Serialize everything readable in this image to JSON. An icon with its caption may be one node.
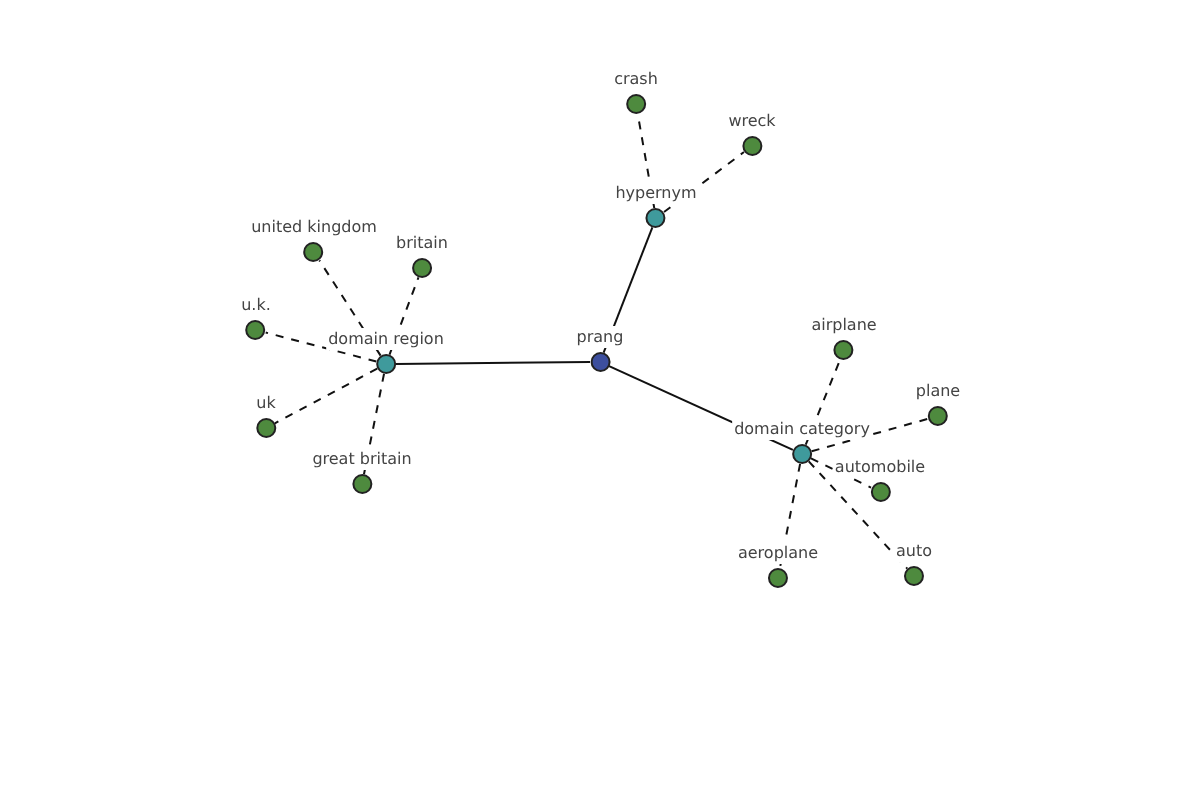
{
  "diagram": {
    "nodes": [
      {
        "text": [
          "crash"
        ]
      },
      {
        "text": [
          "wreck"
        ]
      },
      {
        "text": [
          "hypernym"
        ]
      },
      {
        "text": [
          "united kingdom"
        ]
      },
      {
        "text": [
          "britain"
        ]
      },
      {
        "text": [
          "u.k."
        ]
      },
      {
        "text": [
          "airplane"
        ]
      },
      {
        "text": [
          "domain region"
        ]
      },
      {
        "text": [
          "prang"
        ]
      },
      {
        "text": [
          "plane"
        ]
      },
      {
        "text": [
          "uk"
        ]
      },
      {
        "text": [
          "domain category"
        ]
      },
      {
        "text": [
          "great britain"
        ]
      },
      {
        "text": [
          "automobile"
        ]
      },
      {
        "text": [
          "auto"
        ]
      },
      {
        "text": [
          "aeroplane"
        ]
      }
    ],
    "edges": [
      {
        "from": 8,
        "to": 2,
        "arrow": "none"
      },
      {
        "from": 8,
        "to": 7,
        "arrow": "none"
      },
      {
        "from": 8,
        "to": 11,
        "arrow": "none"
      },
      {
        "from": 2,
        "to": 0,
        "arrow": "none",
        "style": "dashed"
      },
      {
        "from": 2,
        "to": 1,
        "arrow": "none",
        "style": "dashed"
      },
      {
        "from": 7,
        "to": 3,
        "arrow": "none",
        "style": "dashed"
      },
      {
        "from": 7,
        "to": 4,
        "arrow": "none",
        "style": "dashed"
      },
      {
        "from": 7,
        "to": 5,
        "arrow": "none",
        "style": "dashed"
      },
      {
        "from": 7,
        "to": 10,
        "arrow": "none",
        "style": "dashed"
      },
      {
        "from": 7,
        "to": 12,
        "arrow": "none",
        "style": "dashed"
      },
      {
        "from": 11,
        "to": 6,
        "arrow": "none",
        "style": "dashed"
      },
      {
        "from": 11,
        "to": 9,
        "arrow": "none",
        "style": "dashed"
      },
      {
        "from": 11,
        "to": 13,
        "arrow": "none",
        "style": "dashed"
      },
      {
        "from": 11,
        "to": 14,
        "arrow": "none",
        "style": "dashed"
      },
      {
        "from": 11,
        "to": 15,
        "arrow": "none",
        "style": "dashed"
      }
    ]
  }
}
